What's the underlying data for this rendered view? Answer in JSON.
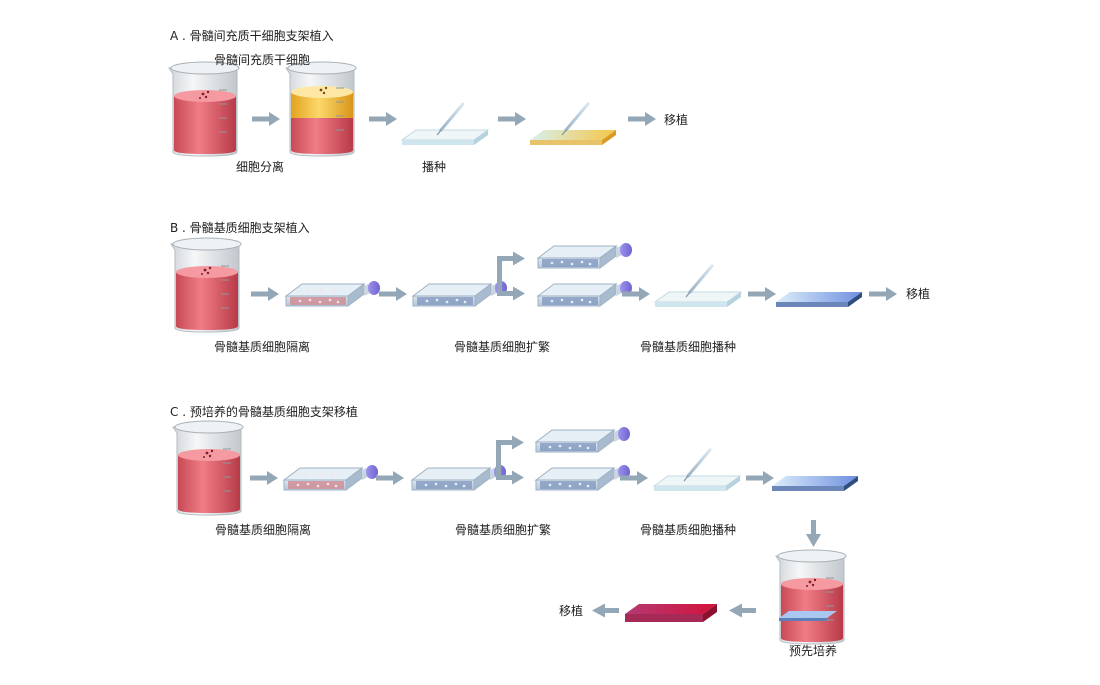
{
  "sections": {
    "a": {
      "title": "A . 骨髓间充质干细胞支架植入",
      "top_label": "骨髓间充质干细胞",
      "labels": {
        "isolation": "细胞分离",
        "seeding": "播种",
        "transplant": "移植"
      }
    },
    "b": {
      "title": "B . 骨髓基质细胞支架植入",
      "labels": {
        "isolation": "骨髓基质细胞隔离",
        "expansion": "骨髓基质细胞扩繁",
        "seeding": "骨髓基质细胞播种",
        "transplant": "移植"
      }
    },
    "c": {
      "title": "C . 预培养的骨髓基质细胞支架移植",
      "labels": {
        "isolation": "骨髓基质细胞隔离",
        "expansion": "骨髓基质细胞扩繁",
        "seeding": "骨髓基质细胞播种",
        "preculture": "预先培养",
        "transplant": "移植"
      }
    }
  },
  "colors": {
    "arrow": "#93a7b7",
    "medium_red": "#d9606b",
    "marrow_yellow": "#f3c13a",
    "flask_blue": "#8ea6c9",
    "flask_cap": "#8a7fe0",
    "scaffold_light": "#dff1f6",
    "scaffold_blue": "#8fb3e6",
    "scaffold_red": "#c2184a"
  }
}
